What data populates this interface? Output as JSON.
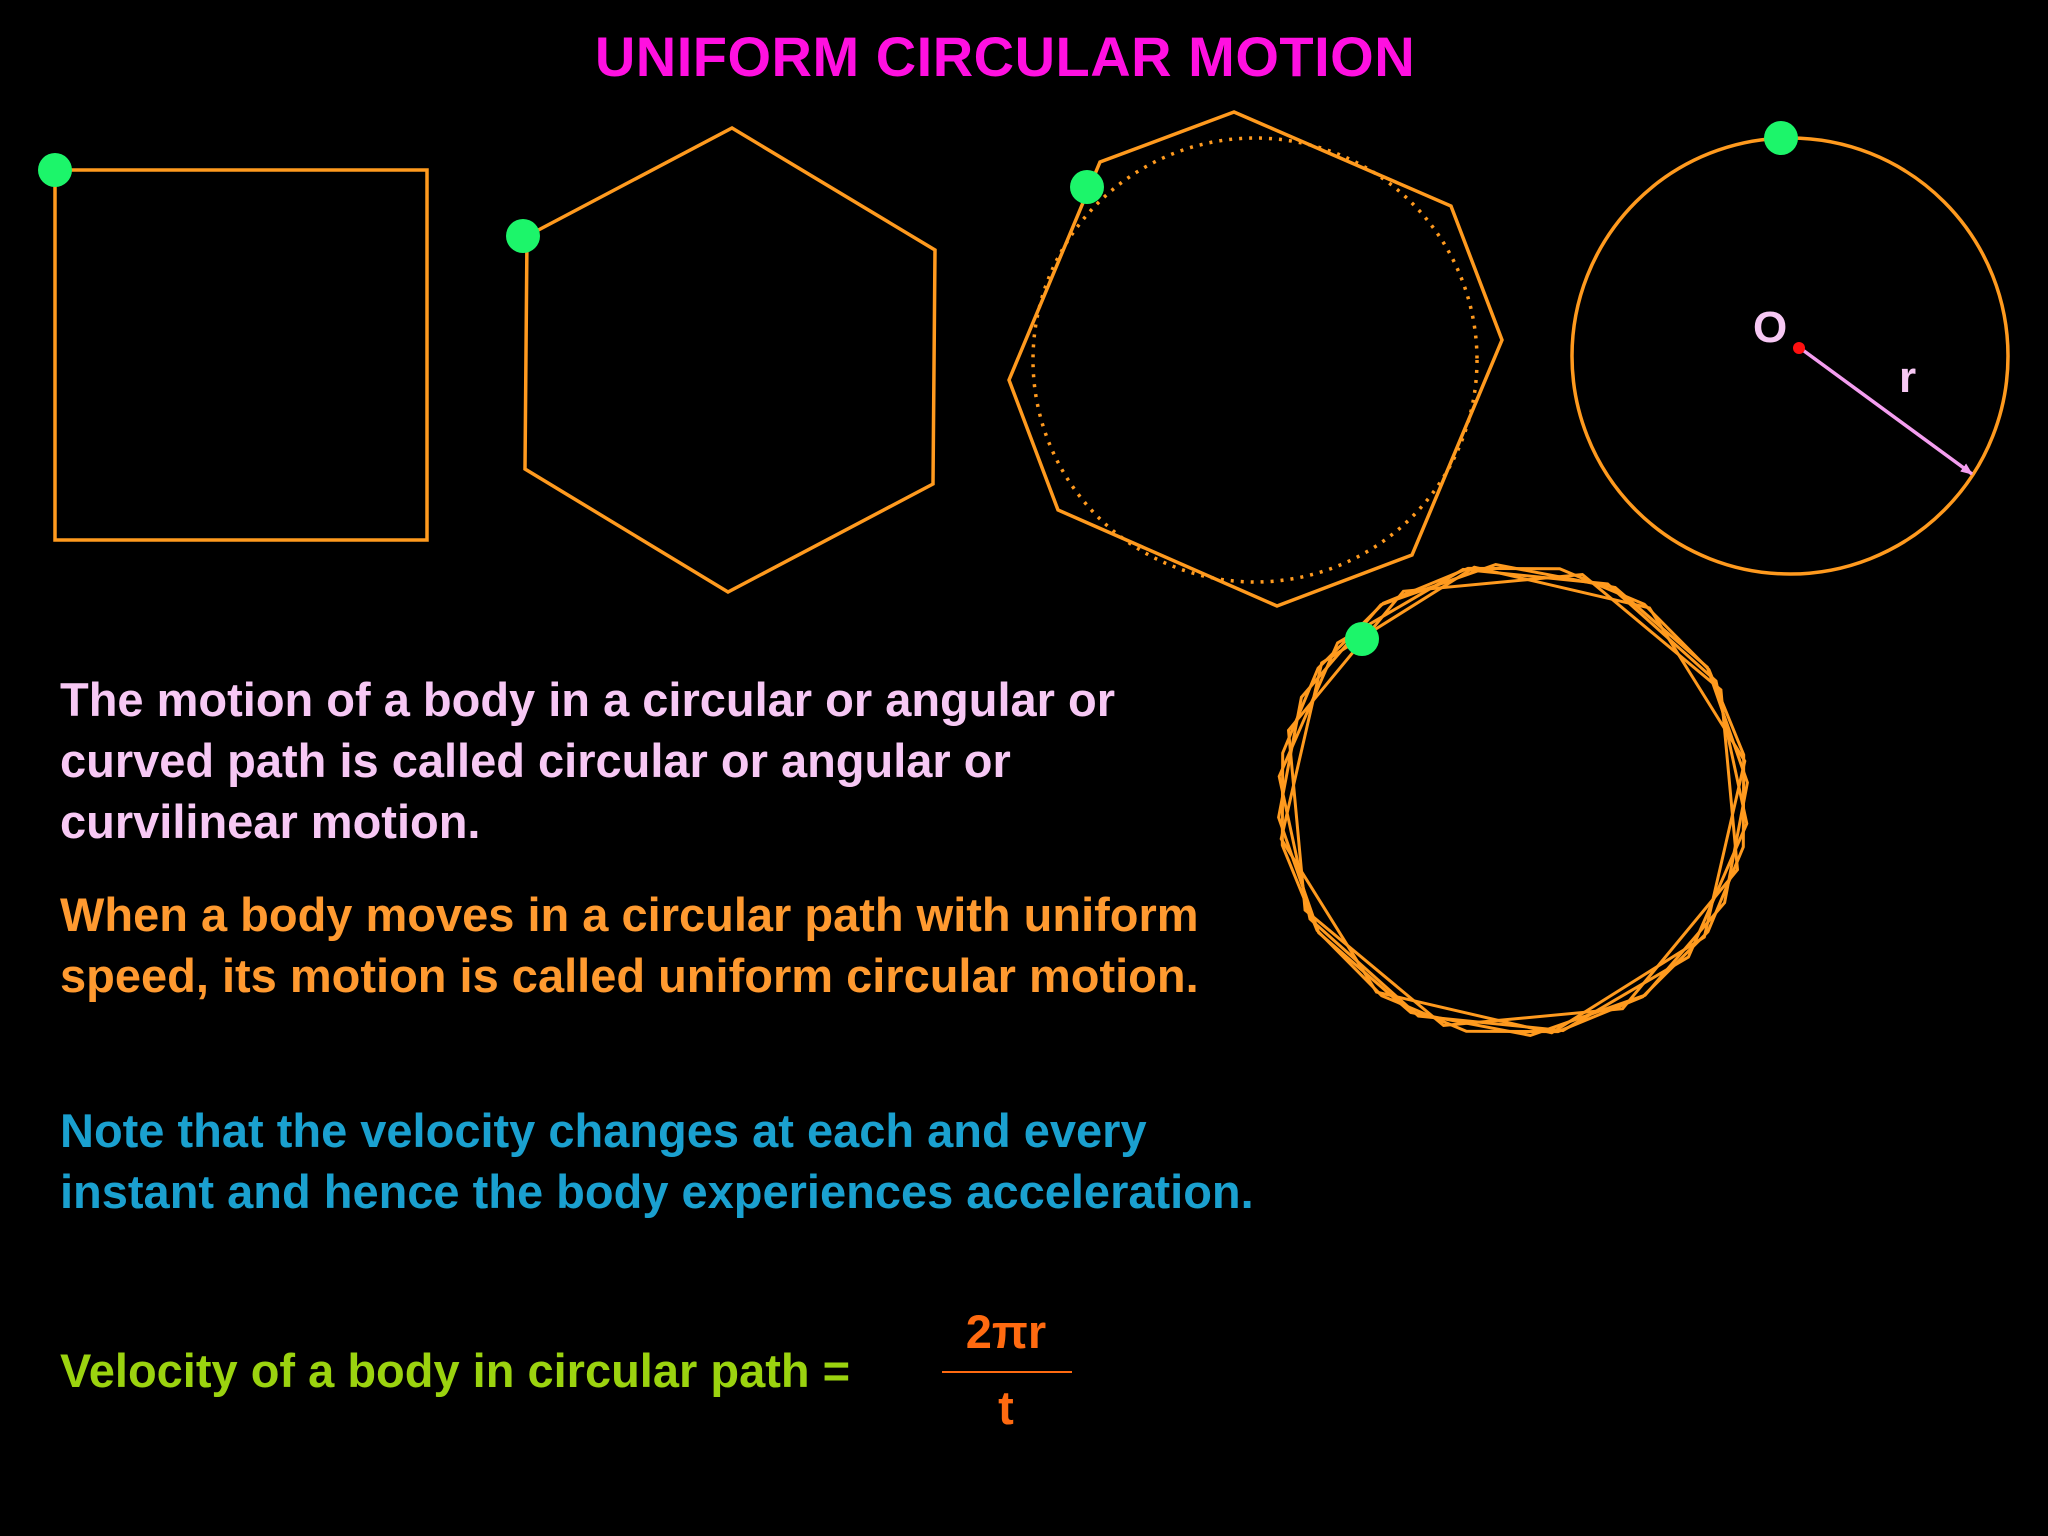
{
  "title": "UNIFORM CIRCULAR MOTION",
  "paragraphs": {
    "definition": "The motion of a body in a circular or angular or curved  path is called circular or angular or curvilinear motion.",
    "uniform": "When a body moves in a circular path with uniform speed, its motion is called uniform circular motion.",
    "note": "Note that the velocity changes at each and every instant and hence the body experiences acceleration."
  },
  "formula": {
    "label": "Velocity of a body in circular path =",
    "numerator": "2πr",
    "denominator": "t"
  },
  "circle_labels": {
    "center": "O",
    "radius": "r"
  },
  "colors": {
    "background": "#000000",
    "title": "#ff10e0",
    "definition_text": "#f7c8f4",
    "uniform_text": "#ff9a30",
    "note_text": "#1aa0cf",
    "formula_text": "#9bd30f",
    "fraction": "#ff6a10",
    "shape_stroke": "#ff9a1e",
    "moving_body": "#1cf56a",
    "radius_line": "#f49ef0",
    "center_dot": "#ff1010",
    "center_label": "#f7c8f4"
  },
  "icons": {
    "moving_body": "green-dot",
    "radius_arrow": "arrow-right-down"
  }
}
